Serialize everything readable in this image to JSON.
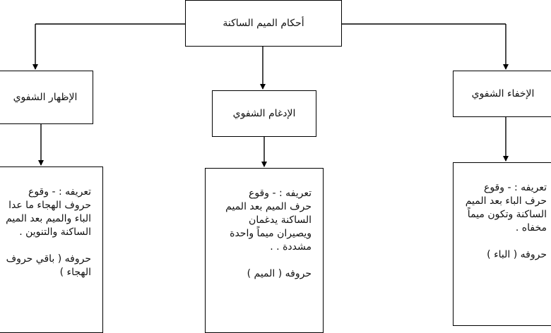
{
  "root": {
    "label": "أحكام الميم الساكنة"
  },
  "branches": {
    "right": {
      "label": "الإخفاء الشفوي",
      "detail": [
        "تعريفه : - وقوع",
        "حرف الباء بعد الميم",
        "الساكنة وتكون ميماً",
        "مخفاه .",
        "",
        "حروفه ( الباء )"
      ]
    },
    "middle": {
      "label": "الإدغام الشفوي",
      "detail": [
        "تعريفه : - وقوع",
        "حرف الميم بعد الميم",
        "الساكنة يدغمان",
        "ويصيران ميماً واحدة",
        "مشددة . .",
        "",
        "حروفه ( الميم )"
      ]
    },
    "left": {
      "label": "الإظهار الشفوي",
      "detail": [
        "تعريفه : - وقوع",
        "حروف الهجاء ما عدا",
        "الباء والميم بعد الميم",
        "الساكنة والتنوين .",
        "",
        "حروفه ( باقي حروف",
        "الهجاء )"
      ]
    }
  }
}
